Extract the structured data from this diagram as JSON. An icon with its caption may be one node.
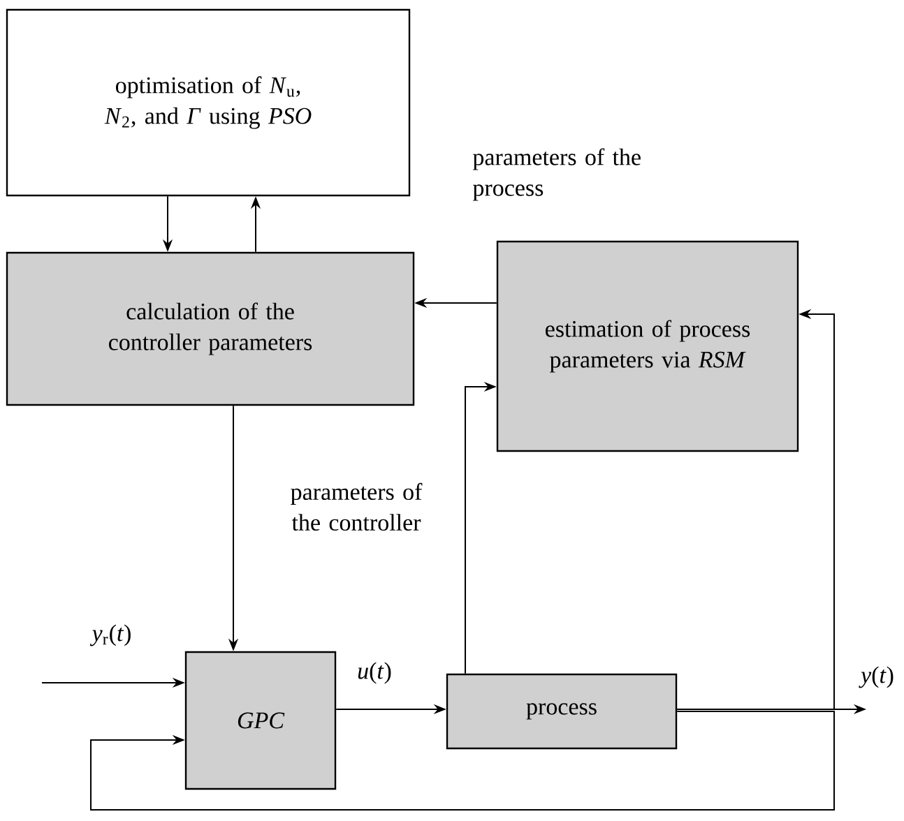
{
  "diagram": {
    "nodes": [
      {
        "text": [
          "optimisation of *N*$_{u}$, *N*$_{2}$, and *Γ* using *PSO*"
        ]
      },
      {
        "text": [
          "calculation of the controller parameters"
        ]
      },
      {
        "text": [
          "estimation of process parameters via *RSM*"
        ]
      },
      {
        "text": [
          "GPC"
        ]
      },
      {
        "text": [
          "process"
        ]
      }
    ],
    "edges": [
      {
        "from": 0,
        "to": 1,
        "arrow": "to"
      },
      {
        "from": 1,
        "to": 0,
        "arrow": "to"
      },
      {
        "from": 2,
        "to": 1,
        "arrow": "to"
      },
      {
        "from": 1,
        "to": 3,
        "arrow": "to"
      },
      {
        "from": null,
        "to": 3,
        "arrow": "to",
        "label": "*y*$_{r}$(*t*)"
      },
      {
        "from": 3,
        "to": 4,
        "arrow": "to",
        "label": "*u*(*t*)"
      },
      {
        "from": 4,
        "to": null,
        "arrow": "to",
        "label": "*y*(*t*)"
      },
      {
        "from": 4,
        "to": 2,
        "arrow": "to"
      },
      {
        "from": 4,
        "to": 2,
        "arrow": "to"
      },
      {
        "from": 4,
        "to": 3,
        "arrow": "to"
      }
    ],
    "labels": [
      "parameters of the process",
      "parameters of the controller"
    ]
  }
}
